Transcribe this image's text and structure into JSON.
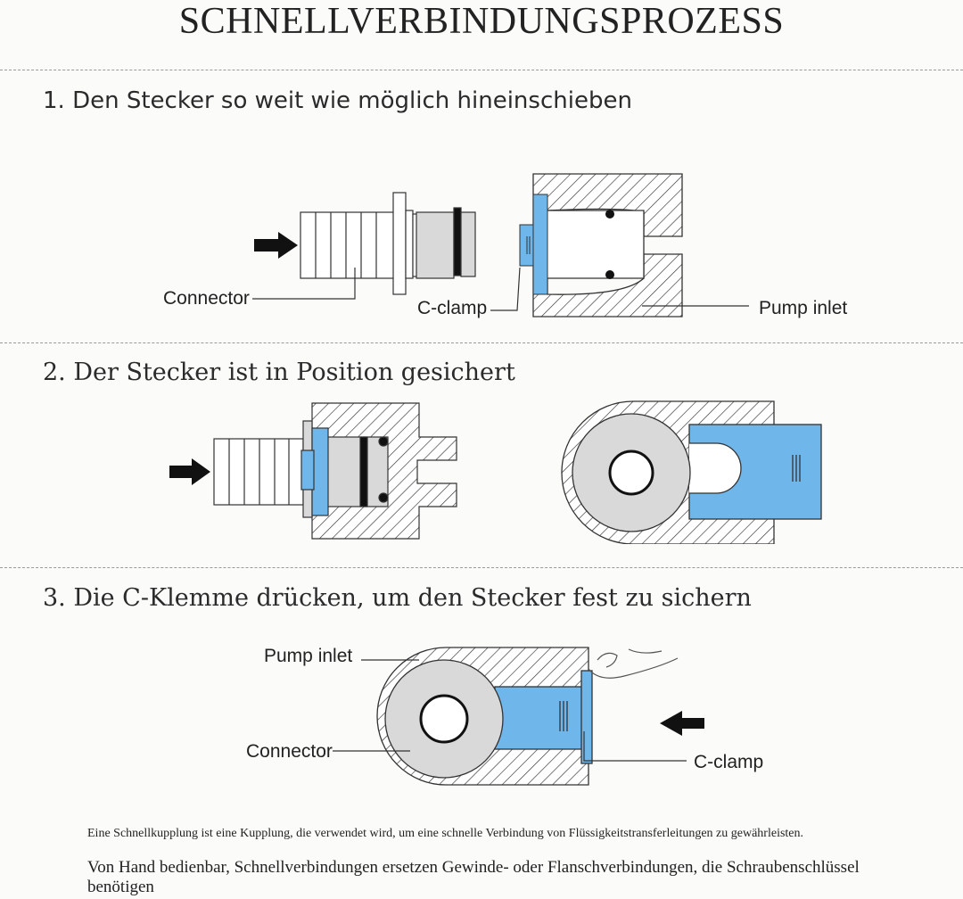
{
  "title": "SCHNELLVERBINDUNGSPROZESS",
  "steps": [
    {
      "label": "1. Den Stecker so weit wie möglich hineinschieben"
    },
    {
      "label": "2. Der Stecker ist in Position gesichert"
    },
    {
      "label": "3. Die C-Klemme drücken, um den Stecker fest zu sichern"
    }
  ],
  "diagram1": {
    "connector": "Connector",
    "c_clamp": "C-clamp",
    "pump_inlet": "Pump inlet"
  },
  "diagram3": {
    "pump_inlet": "Pump inlet",
    "connector": "Connector",
    "c_clamp": "C-clamp"
  },
  "footer": {
    "line1": "Eine Schnellkupplung ist eine Kupplung, die verwendet wird, um eine schnelle Verbindung von Flüssigkeitstransferleitungen zu gewährleisten.",
    "line2": "Von Hand bedienbar, Schnellverbindungen ersetzen Gewinde- oder Flanschverbindungen, die Schraubenschlüssel benötigen"
  },
  "colors": {
    "clamp_blue": "#6fb6ea",
    "body_gray": "#d9d9d9",
    "hatch": "#333333"
  }
}
